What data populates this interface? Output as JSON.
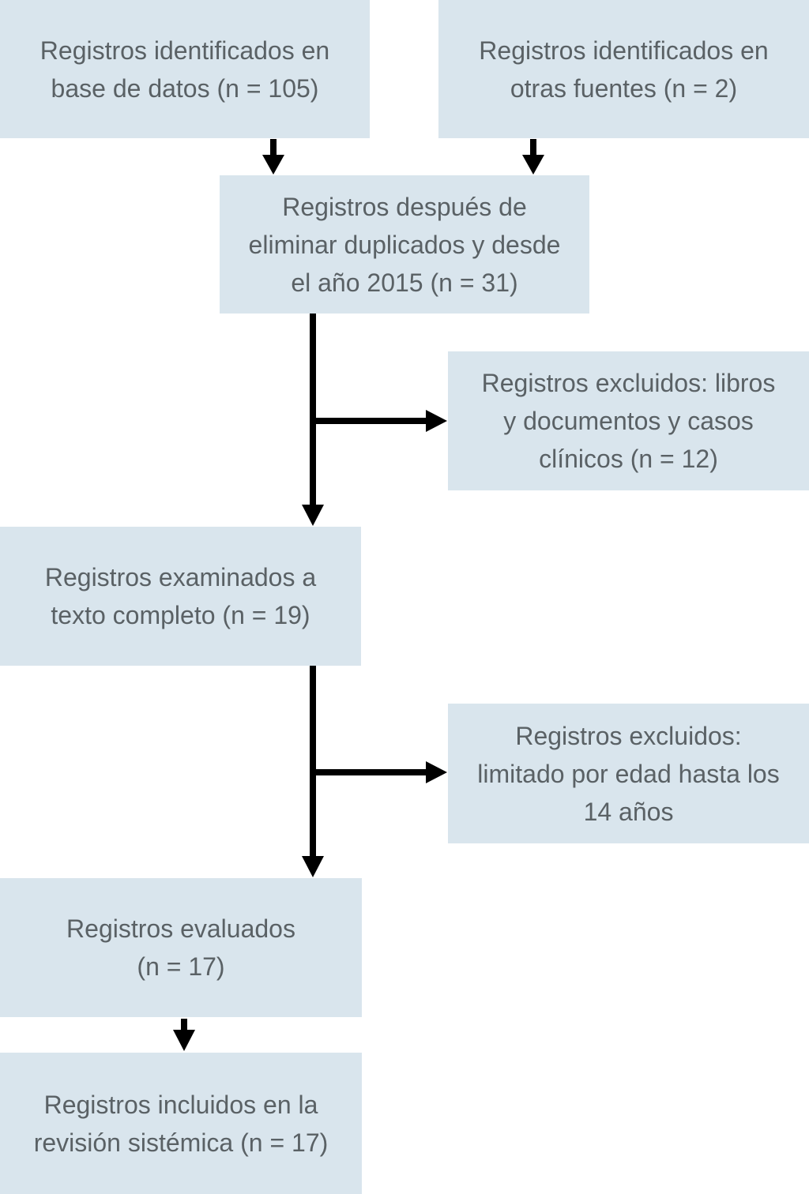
{
  "colors": {
    "box_fill": "#d9e5ed",
    "text": "#5a6165",
    "arrow": "#000000",
    "background": "#ffffff"
  },
  "boxes": [
    {
      "id": "identified-databases",
      "lines": [
        "Registros identificados en",
        "base de datos (n = 105)"
      ]
    },
    {
      "id": "identified-other-sources",
      "lines": [
        "Registros identificados en",
        "otras fuentes (n = 2)"
      ]
    },
    {
      "id": "after-duplicates",
      "lines": [
        "Registros después de",
        "eliminar duplicados y desde",
        "el año 2015 (n = 31)"
      ]
    },
    {
      "id": "excluded-books",
      "lines": [
        "Registros excluidos: libros",
        "y documentos y casos",
        "clínicos (n = 12)"
      ]
    },
    {
      "id": "fulltext-screened",
      "lines": [
        "Registros examinados a",
        "texto completo (n = 19)"
      ]
    },
    {
      "id": "excluded-age",
      "lines": [
        "Registros excluidos:",
        "limitado por edad hasta los",
        "14 años"
      ]
    },
    {
      "id": "evaluated",
      "lines": [
        "Registros evaluados",
        "(n = 17)"
      ]
    },
    {
      "id": "included",
      "lines": [
        "Registros incluidos en la",
        "revisión sistémica (n = 17)"
      ]
    }
  ]
}
